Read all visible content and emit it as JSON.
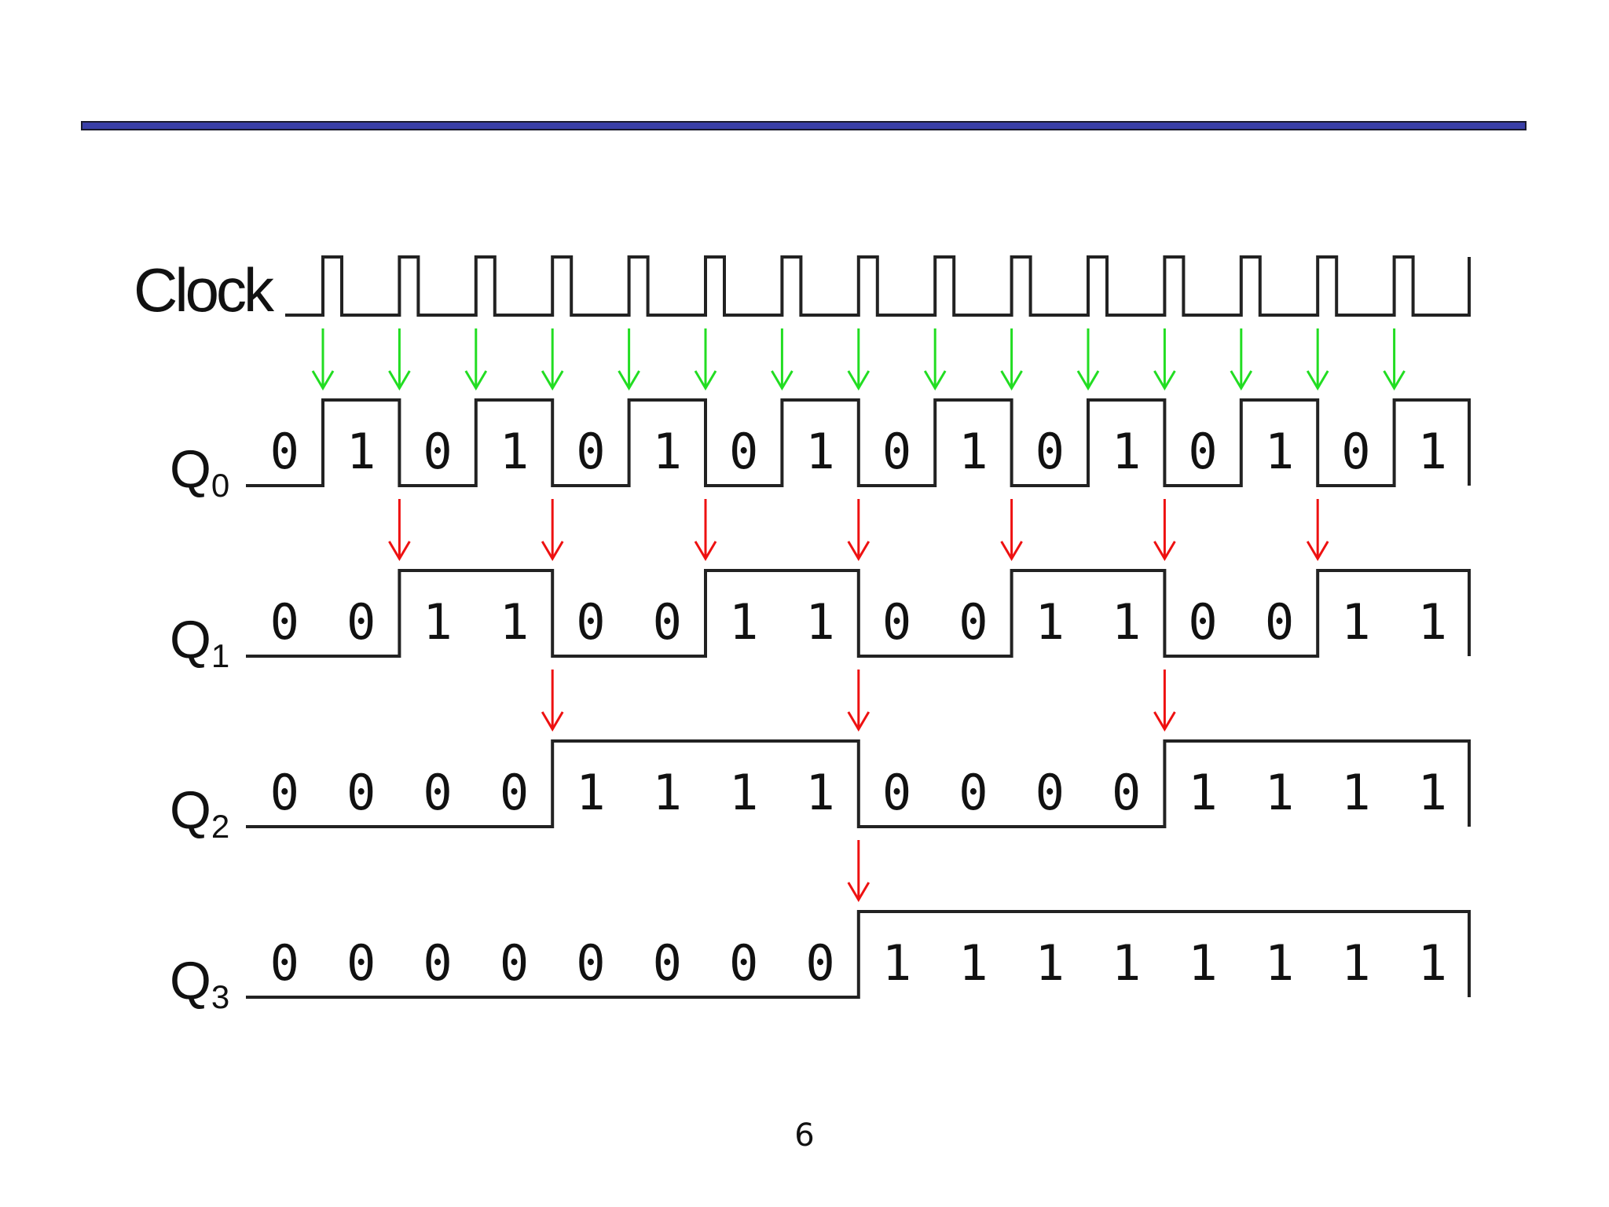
{
  "page_number": "6",
  "colors": {
    "title_bar": "#3a3fa8",
    "waveform": "#222222",
    "clock_arrow": "#22dd22",
    "ripple_arrow": "#ee1111"
  },
  "signals": [
    {
      "label": "Clock",
      "sub": ""
    },
    {
      "label": "Q",
      "sub": "0",
      "bits": [
        "0",
        "1",
        "0",
        "1",
        "0",
        "1",
        "0",
        "1",
        "0",
        "1",
        "0",
        "1",
        "0",
        "1",
        "0",
        "1"
      ]
    },
    {
      "label": "Q",
      "sub": "1",
      "bits": [
        "0",
        "0",
        "1",
        "1",
        "0",
        "0",
        "1",
        "1",
        "0",
        "0",
        "1",
        "1",
        "0",
        "0",
        "1",
        "1"
      ]
    },
    {
      "label": "Q",
      "sub": "2",
      "bits": [
        "0",
        "0",
        "0",
        "0",
        "1",
        "1",
        "1",
        "1",
        "0",
        "0",
        "0",
        "0",
        "1",
        "1",
        "1",
        "1"
      ]
    },
    {
      "label": "Q",
      "sub": "3",
      "bits": [
        "0",
        "0",
        "0",
        "0",
        "0",
        "0",
        "0",
        "0",
        "1",
        "1",
        "1",
        "1",
        "1",
        "1",
        "1",
        "1"
      ]
    }
  ],
  "clock_pulses": 15
}
